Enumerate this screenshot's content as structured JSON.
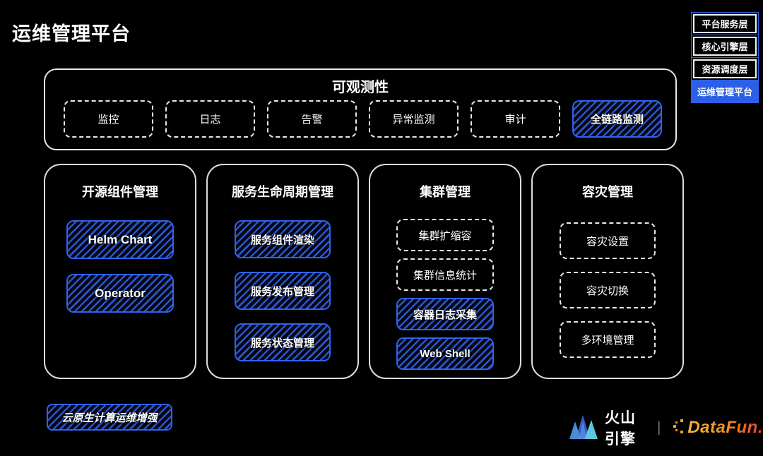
{
  "page": {
    "title": "运维管理平台"
  },
  "colors": {
    "accent_blue": "#2b5fe5",
    "hatch_stripe": "#2a55d4",
    "node_border_white": "#e8e8e8",
    "datafun_orange": "#f08c1e"
  },
  "legend": {
    "items": [
      {
        "label": "平台服务层",
        "active": false
      },
      {
        "label": "核心引擎层",
        "active": false
      },
      {
        "label": "资源调度层",
        "active": false
      },
      {
        "label": "运维管理平台",
        "active": true
      }
    ]
  },
  "observability": {
    "title": "可观测性",
    "items": [
      {
        "label": "监控",
        "style": "dashed"
      },
      {
        "label": "日志",
        "style": "dashed"
      },
      {
        "label": "告警",
        "style": "dashed"
      },
      {
        "label": "异常监测",
        "style": "dashed"
      },
      {
        "label": "审计",
        "style": "dashed"
      },
      {
        "label": "全链路监测",
        "style": "hatched"
      }
    ]
  },
  "columns": [
    {
      "title": "开源组件管理",
      "items": [
        {
          "label": "Helm Chart",
          "style": "hatched"
        },
        {
          "label": "Operator",
          "style": "hatched"
        }
      ]
    },
    {
      "title": "服务生命周期管理",
      "items": [
        {
          "label": "服务组件渲染",
          "style": "hatched"
        },
        {
          "label": "服务发布管理",
          "style": "hatched"
        },
        {
          "label": "服务状态管理",
          "style": "hatched"
        }
      ]
    },
    {
      "title": "集群管理",
      "items": [
        {
          "label": "集群扩缩容",
          "style": "dashed"
        },
        {
          "label": "集群信息统计",
          "style": "dashed"
        },
        {
          "label": "容器日志采集",
          "style": "hatched"
        },
        {
          "label": "Web Shell",
          "style": "hatched"
        }
      ]
    },
    {
      "title": "容灾管理",
      "items": [
        {
          "label": "容灾设置",
          "style": "dashed"
        },
        {
          "label": "容灾切换",
          "style": "dashed"
        },
        {
          "label": "多环境管理",
          "style": "dashed"
        }
      ]
    }
  ],
  "footer": {
    "highlight_label": "云原生计算运维增强",
    "brand_volcano": "火山引擎",
    "brand_divider": "|",
    "brand_datafun": "DataFun."
  }
}
